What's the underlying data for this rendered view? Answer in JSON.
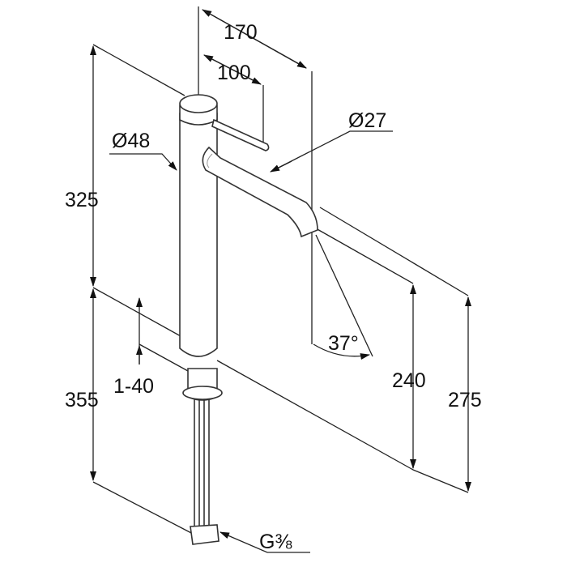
{
  "title": "Faucet dimension drawing",
  "dimensions": {
    "spout_reach": "170",
    "lever_reach": "100",
    "spout_diameter": "Ø27",
    "body_diameter": "Ø48",
    "total_height": "325",
    "spout_angle": "37°",
    "spout_outlet_height": "240",
    "spout_top_height": "275",
    "hose_length": "355",
    "counter_thickness": "1-40",
    "connection_thread": "G⅜"
  },
  "colors": {
    "line": "#222222",
    "background": "#ffffff"
  }
}
